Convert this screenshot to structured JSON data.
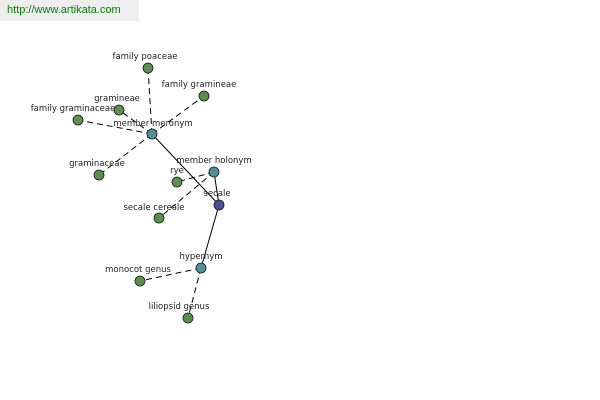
{
  "site_url": "http://www.artikata.com",
  "colors": {
    "leaf": "#5b8f4e",
    "relation": "#4e9199",
    "center": "#484f96",
    "edge": "#000000"
  },
  "center": {
    "id": "secale",
    "label": "secale"
  },
  "relations": [
    {
      "id": "member-meronym",
      "label": "member meronym"
    },
    {
      "id": "member-holonym",
      "label": "member holonym"
    },
    {
      "id": "hypernym",
      "label": "hypernym"
    }
  ],
  "leaves": [
    {
      "id": "family-poaceae",
      "label": "family poaceae",
      "relation": "member-meronym"
    },
    {
      "id": "family-gramineae",
      "label": "family gramineae",
      "relation": "member-meronym"
    },
    {
      "id": "gramineae",
      "label": "gramineae",
      "relation": "member-meronym"
    },
    {
      "id": "family-graminaceae",
      "label": "family graminaceae",
      "relation": "member-meronym"
    },
    {
      "id": "graminaceae",
      "label": "graminaceae",
      "relation": "member-meronym"
    },
    {
      "id": "rye",
      "label": "rye",
      "relation": "member-holonym"
    },
    {
      "id": "secale-cereale",
      "label": "secale cereale",
      "relation": "member-holonym"
    },
    {
      "id": "monocot-genus",
      "label": "monocot genus",
      "relation": "hypernym"
    },
    {
      "id": "liliopsid-genus",
      "label": "liliopsid genus",
      "relation": "hypernym"
    }
  ]
}
